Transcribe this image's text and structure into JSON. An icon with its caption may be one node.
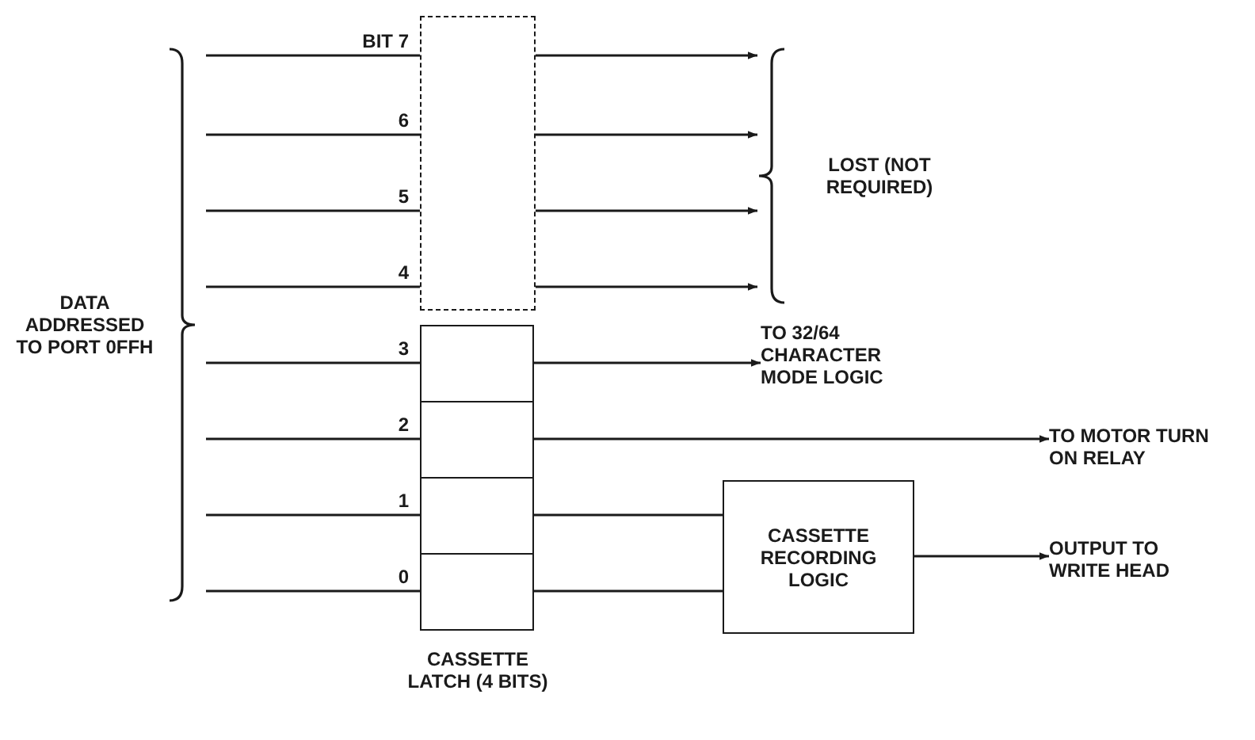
{
  "diagram": {
    "nodes": [
      {
        "text": [
          "DATA ADDRESSED TO PORT 0FFH"
        ]
      },
      {
        "text": [],
        "shape": "box"
      },
      {
        "text": [
          "CASSETTE LATCH (4 BITS)"
        ]
      },
      {
        "text": [],
        "shape": "box",
        "in": 2
      },
      {
        "text": [],
        "shape": "box",
        "in": 2
      },
      {
        "text": [],
        "shape": "box",
        "in": 2
      },
      {
        "text": [],
        "shape": "box",
        "in": 2
      },
      {
        "text": [
          "LOST (NOT REQUIRED)"
        ]
      },
      {
        "text": [
          "TO 32/64 CHARACTER MODE LOGIC"
        ]
      },
      {
        "text": [
          "TO MOTOR TURN ON RELAY"
        ]
      },
      {
        "text": [
          "CASSETTE RECORDING LOGIC"
        ]
      },
      {
        "text": [
          "OUTPUT TO WRITE HEAD"
        ]
      }
    ],
    "edges": [
      {
        "from": 0,
        "to": 1,
        "arrow": "none"
      },
      {
        "from": 0,
        "to": 1,
        "arrow": "none"
      },
      {
        "from": 0,
        "to": 1,
        "arrow": "none"
      },
      {
        "from": 0,
        "to": 1,
        "arrow": "none"
      },
      {
        "from": 1,
        "to": 7,
        "arrow": "to"
      },
      {
        "from": 1,
        "to": 7,
        "arrow": "to"
      },
      {
        "from": 1,
        "to": 7,
        "arrow": "to"
      },
      {
        "from": 1,
        "to": 7,
        "arrow": "to"
      },
      {
        "from": 0,
        "to": 3,
        "arrow": "none"
      },
      {
        "from": 0,
        "to": 4,
        "arrow": "none"
      },
      {
        "from": 0,
        "to": 5,
        "arrow": "none"
      },
      {
        "from": 0,
        "to": 6,
        "arrow": "none"
      },
      {
        "from": 3,
        "to": 8,
        "arrow": "to"
      },
      {
        "from": 4,
        "to": 9,
        "arrow": "to"
      },
      {
        "from": 5,
        "to": 10,
        "arrow": "none"
      },
      {
        "from": 6,
        "to": 10,
        "arrow": "none"
      },
      {
        "from": 10,
        "to": 11,
        "arrow": "to"
      }
    ],
    "labels": [
      "BIT 7",
      "6",
      "5",
      "4",
      "3",
      "2",
      "1",
      "0"
    ]
  }
}
